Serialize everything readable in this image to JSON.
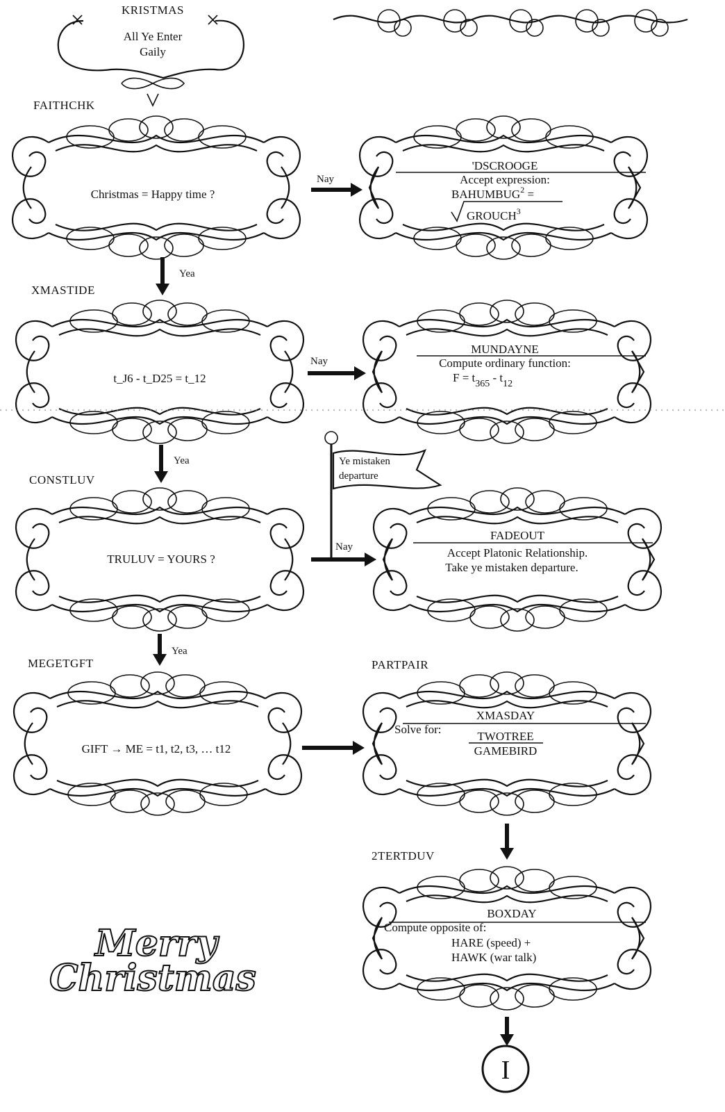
{
  "start": {
    "label": "KRISTMAS",
    "line1": "All Ye Enter",
    "line2": "Gaily"
  },
  "decisions": [
    {
      "id": "FAITHCHK",
      "text": "Christmas  =  Happy time ?",
      "yes": "Yea",
      "no": "Nay"
    },
    {
      "id": "XMASTIDE",
      "text": "t_J6  -  t_D25  =  t_12",
      "yes": "Yea",
      "no": "Nay"
    },
    {
      "id": "CONSTLUV",
      "text": "TRULUV  =  YOURS ?",
      "yes": "Yea",
      "no": "Nay"
    },
    {
      "id": "MEGETGFT",
      "text": "GIFT → ME  =  t1, t2, t3, … t12"
    }
  ],
  "processes": {
    "dscrooge": {
      "title": "'DSCROOGE",
      "line1": "Accept expression:",
      "line2": "BAHUMBUG",
      "line2_sup": "2",
      "line2_tail": " =",
      "line3": "GROUCH",
      "line3_sup": "3"
    },
    "mundayne": {
      "title": "MUNDAYNE",
      "line1": "Compute ordinary function:",
      "line2": "F  =  t",
      "line2_sub": "365",
      "line2_mid": "  -  t",
      "line2_sub2": "12"
    },
    "fadeout": {
      "title": "FADEOUT",
      "line1": "Accept Platonic Relationship.",
      "line2": "Take ye mistaken departure."
    },
    "xmasday": {
      "label": "PARTPAIR",
      "title": "XMASDAY",
      "solve": "Solve for:",
      "num": "TWOTREE",
      "den": "GAMEBIRD"
    },
    "boxday": {
      "label": "2TERTDUV",
      "title": "BOXDAY",
      "line1": "Compute opposite of:",
      "line2": "HARE (speed)  +",
      "line3": "HAWK (war talk)"
    }
  },
  "flag": {
    "line1": "Ye mistaken",
    "line2": "departure"
  },
  "connector": {
    "text": "I"
  },
  "greeting": {
    "line1": "Merry",
    "line2": "Christmas"
  }
}
